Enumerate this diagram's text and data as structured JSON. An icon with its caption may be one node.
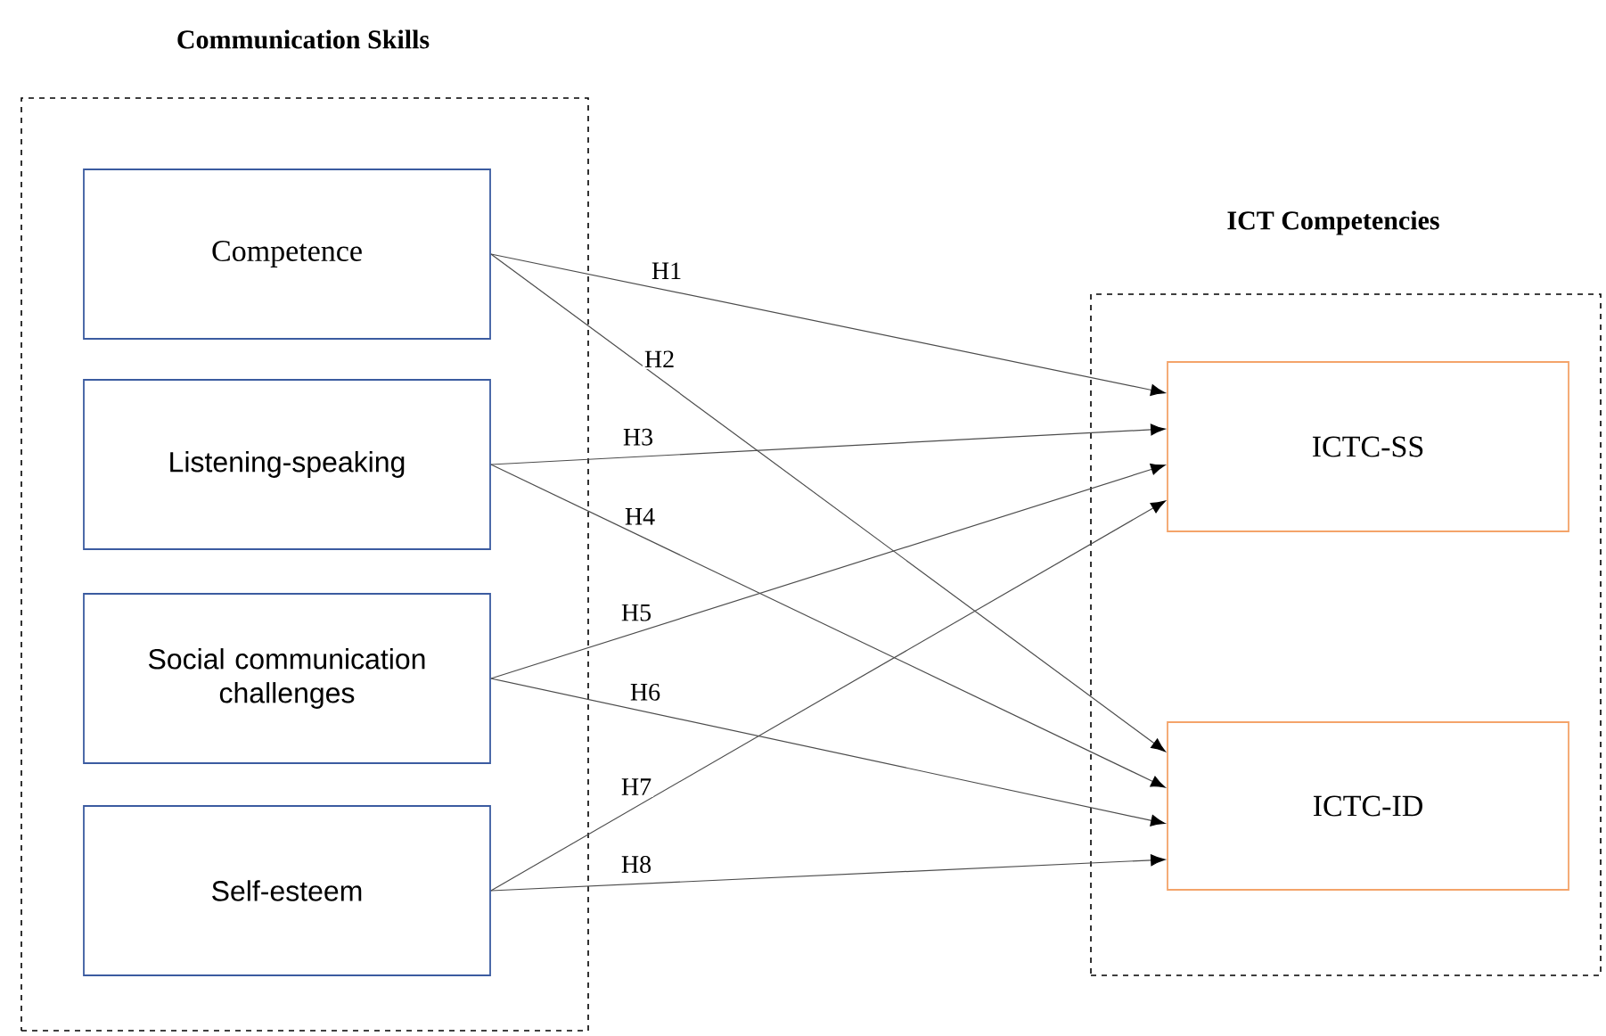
{
  "diagram": {
    "nodes": [
      {
        "text": [
          "Communication Skills"
        ]
      },
      {
        "text": [
          "Competence"
        ],
        "in": 0
      },
      {
        "text": [
          "Listening-speaking"
        ],
        "in": 0
      },
      {
        "text": [
          "Social communication challenges"
        ],
        "in": 0
      },
      {
        "text": [
          "Self-esteem"
        ],
        "in": 0
      },
      {
        "text": [
          "ICT Competencies"
        ]
      },
      {
        "text": [
          "ICTC-SS"
        ],
        "in": 5
      },
      {
        "text": [
          "ICTC-ID"
        ],
        "in": 5
      }
    ],
    "edges": [
      {
        "from": 1,
        "to": 6,
        "arrow": "to",
        "label": "H1"
      },
      {
        "from": 1,
        "to": 7,
        "arrow": "to",
        "label": "H2"
      },
      {
        "from": 2,
        "to": 6,
        "arrow": "to",
        "label": "H3"
      },
      {
        "from": 2,
        "to": 7,
        "arrow": "to",
        "label": "H4"
      },
      {
        "from": 3,
        "to": 6,
        "arrow": "to",
        "label": "H5"
      },
      {
        "from": 3,
        "to": 7,
        "arrow": "to",
        "label": "H6"
      },
      {
        "from": 4,
        "to": 6,
        "arrow": "to",
        "label": "H7"
      },
      {
        "from": 4,
        "to": 7,
        "arrow": "to",
        "label": "H8"
      }
    ]
  }
}
